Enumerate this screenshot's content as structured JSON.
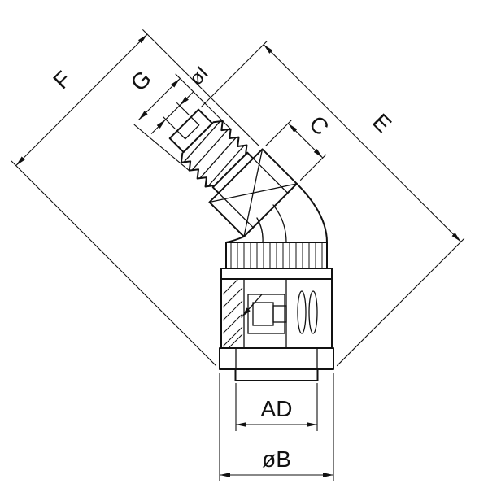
{
  "drawing": {
    "description": "Technical line drawing of a 45-degree elbow conduit fitting with dimension callouts",
    "line_color": "#111111",
    "background_color": "#ffffff"
  },
  "labels": {
    "f": "F",
    "g": "G",
    "oi": "øI",
    "c": "C",
    "e": "E",
    "ad": "AD",
    "ob": "øB"
  }
}
